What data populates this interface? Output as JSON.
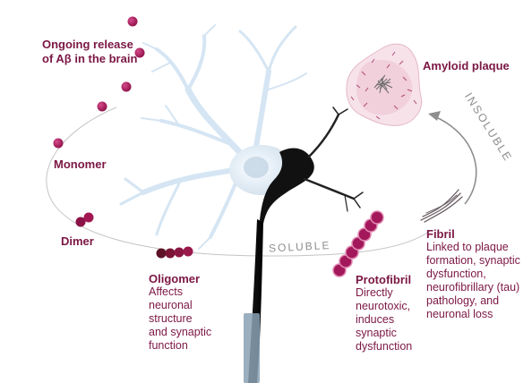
{
  "colors": {
    "accent": "#7b1744",
    "monomer": "#a8175a",
    "oligomer": "#6b1030",
    "arrow_gray": "#8e8e8e",
    "dendrite_blue": "#d7e6f3",
    "plaque_pink": "#f4d8e1"
  },
  "labels": {
    "release": [
      "Ongoing release",
      "of Aβ in the brain"
    ],
    "monomer": "Monomer",
    "dimer": "Dimer",
    "oligomer": {
      "title": "Oligomer",
      "desc": [
        "Affects",
        "neuronal",
        "structure",
        "and synaptic",
        "function"
      ]
    },
    "protofibril": {
      "title": "Protofibril",
      "desc": [
        "Directly",
        "neurotoxic,",
        "induces",
        "synaptic",
        "dysfunction"
      ]
    },
    "fibril": {
      "title": "Fibril",
      "desc": [
        "Linked to plaque",
        "formation, synaptic",
        "dysfunction,",
        "neurofibrillary (tau)",
        "pathology, and",
        "neuronal loss"
      ]
    },
    "plaque": "Amyloid plaque",
    "soluble": "SOLUBLE",
    "insoluble": "INSOLUBLE"
  }
}
